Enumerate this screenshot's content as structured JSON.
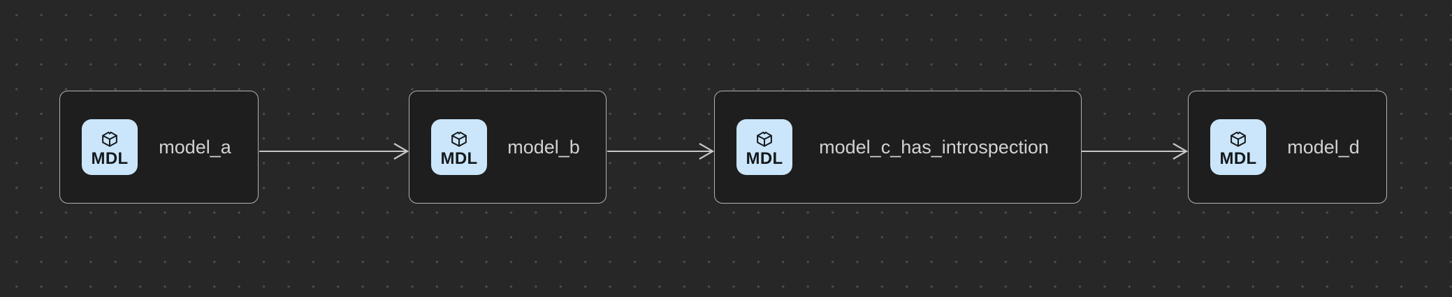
{
  "graph": {
    "nodes": [
      {
        "label": "model_a",
        "badge": "MDL",
        "icon": "cube-icon"
      },
      {
        "label": "model_b",
        "badge": "MDL",
        "icon": "cube-icon"
      },
      {
        "label": "model_c_has_introspection",
        "badge": "MDL",
        "icon": "cube-icon"
      },
      {
        "label": "model_d",
        "badge": "MDL",
        "icon": "cube-icon"
      }
    ],
    "edges": [
      {
        "from": "model_a",
        "to": "model_b"
      },
      {
        "from": "model_b",
        "to": "model_c_has_introspection"
      },
      {
        "from": "model_c_has_introspection",
        "to": "model_d"
      }
    ]
  },
  "colors": {
    "canvas_bg": "#272727",
    "dot": "#4e4e4e",
    "node_bg": "#1e1e1e",
    "node_border": "#b3b3b3",
    "node_label": "#d2d2d2",
    "badge_bg": "#cbe6fa",
    "badge_text": "#14181c",
    "edge": "#c8c8c8"
  }
}
